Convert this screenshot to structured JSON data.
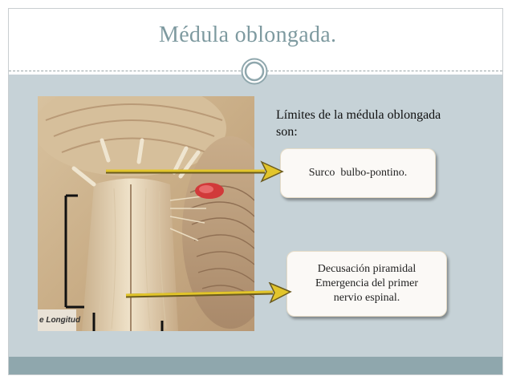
{
  "slide": {
    "title": "Médula oblongada.",
    "limits_heading_line1": "Límites de la médula oblongada",
    "limits_heading_line2": "son:",
    "box_top": "Surco  bulbo-pontino.",
    "box_bottom_lines": [
      "Decusación piramidal",
      "Emergencia del primer",
      "nervio espinal."
    ],
    "image_caption": "e Longitud"
  },
  "colors": {
    "title": "#7e9aa0",
    "content_bg": "#c6d2d7",
    "bottom_band": "#8fa7ad",
    "arrow": "#e2c52b"
  },
  "icons": {
    "ring": "circle-ornament-icon",
    "arrows": "arrow-right-icon"
  }
}
